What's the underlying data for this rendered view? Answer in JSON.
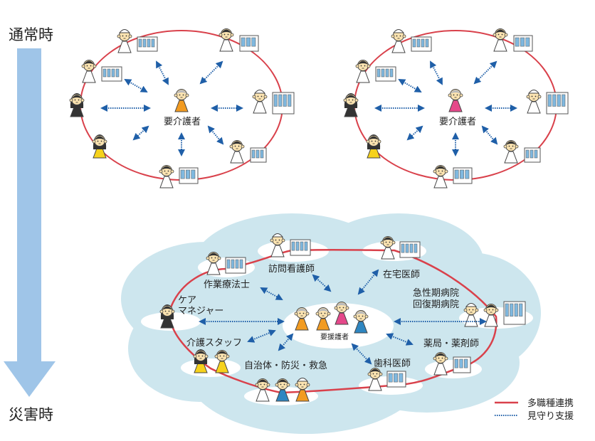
{
  "timeline": {
    "top_label": "通常時",
    "bottom_label": "災害時",
    "arrow_color": "#9fc5e8"
  },
  "colors": {
    "collab_line": "#d9414b",
    "watch_line": "#1f5fa8",
    "cloud": "#cde6ee",
    "skin": "#fbe3b0",
    "orange": "#f29b21",
    "pink": "#e5488a",
    "blue": "#2e86c1",
    "yellow": "#f6d21c",
    "green": "#8ab43a",
    "window": "#7fb8df"
  },
  "normal_diagrams": [
    {
      "center_label": "要介護者",
      "center_shirt": "orange"
    },
    {
      "center_label": "要介護者",
      "center_shirt": "pink"
    }
  ],
  "disaster_diagram": {
    "center_label": "要援護者",
    "nodes": [
      {
        "id": "visiting-nurse",
        "label": "訪問看護師"
      },
      {
        "id": "home-doctor",
        "label": "在宅医師"
      },
      {
        "id": "occupational-therapist",
        "label": "作業療法士"
      },
      {
        "id": "care-manager",
        "label_lines": [
          "ケア",
          "マネジャー"
        ]
      },
      {
        "id": "hospital",
        "label_lines": [
          "急性期病院",
          "回復期病院"
        ]
      },
      {
        "id": "care-staff",
        "label": "介護スタッフ"
      },
      {
        "id": "municipality",
        "label": "自治体・防災・救急"
      },
      {
        "id": "dentist",
        "label": "歯科医師"
      },
      {
        "id": "pharmacy",
        "label": "薬局・薬剤師"
      }
    ]
  },
  "legend": {
    "items": [
      {
        "label": "多職種連携",
        "style": "solid"
      },
      {
        "label": "見守り支援",
        "style": "dotted"
      }
    ]
  }
}
